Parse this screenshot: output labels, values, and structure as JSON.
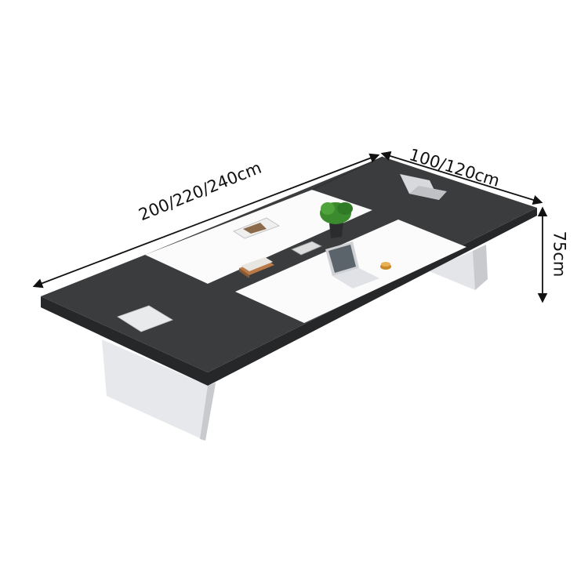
{
  "dimensions": {
    "length": "200/220/240cm",
    "width": "100/120cm",
    "height": "75cm"
  },
  "colors": {
    "dark_panel": "#3b3c3e",
    "edge": "#262729",
    "white_panel": "#fbfbfb",
    "leg": "#e4e5e8",
    "leg_shadow": "#c9cacd",
    "line": "#111111"
  }
}
